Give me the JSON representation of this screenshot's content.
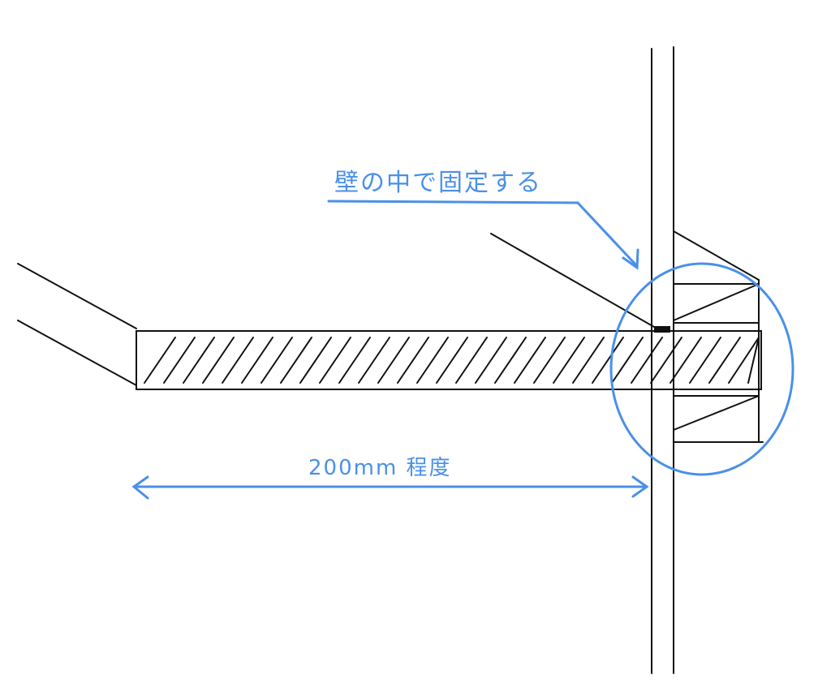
{
  "annotation": {
    "text": "壁の中で固定する"
  },
  "dimension": {
    "text": "200mm 程度",
    "value_mm": 200
  },
  "colors": {
    "ink": "#111111",
    "annotation": "#4a90e8"
  }
}
